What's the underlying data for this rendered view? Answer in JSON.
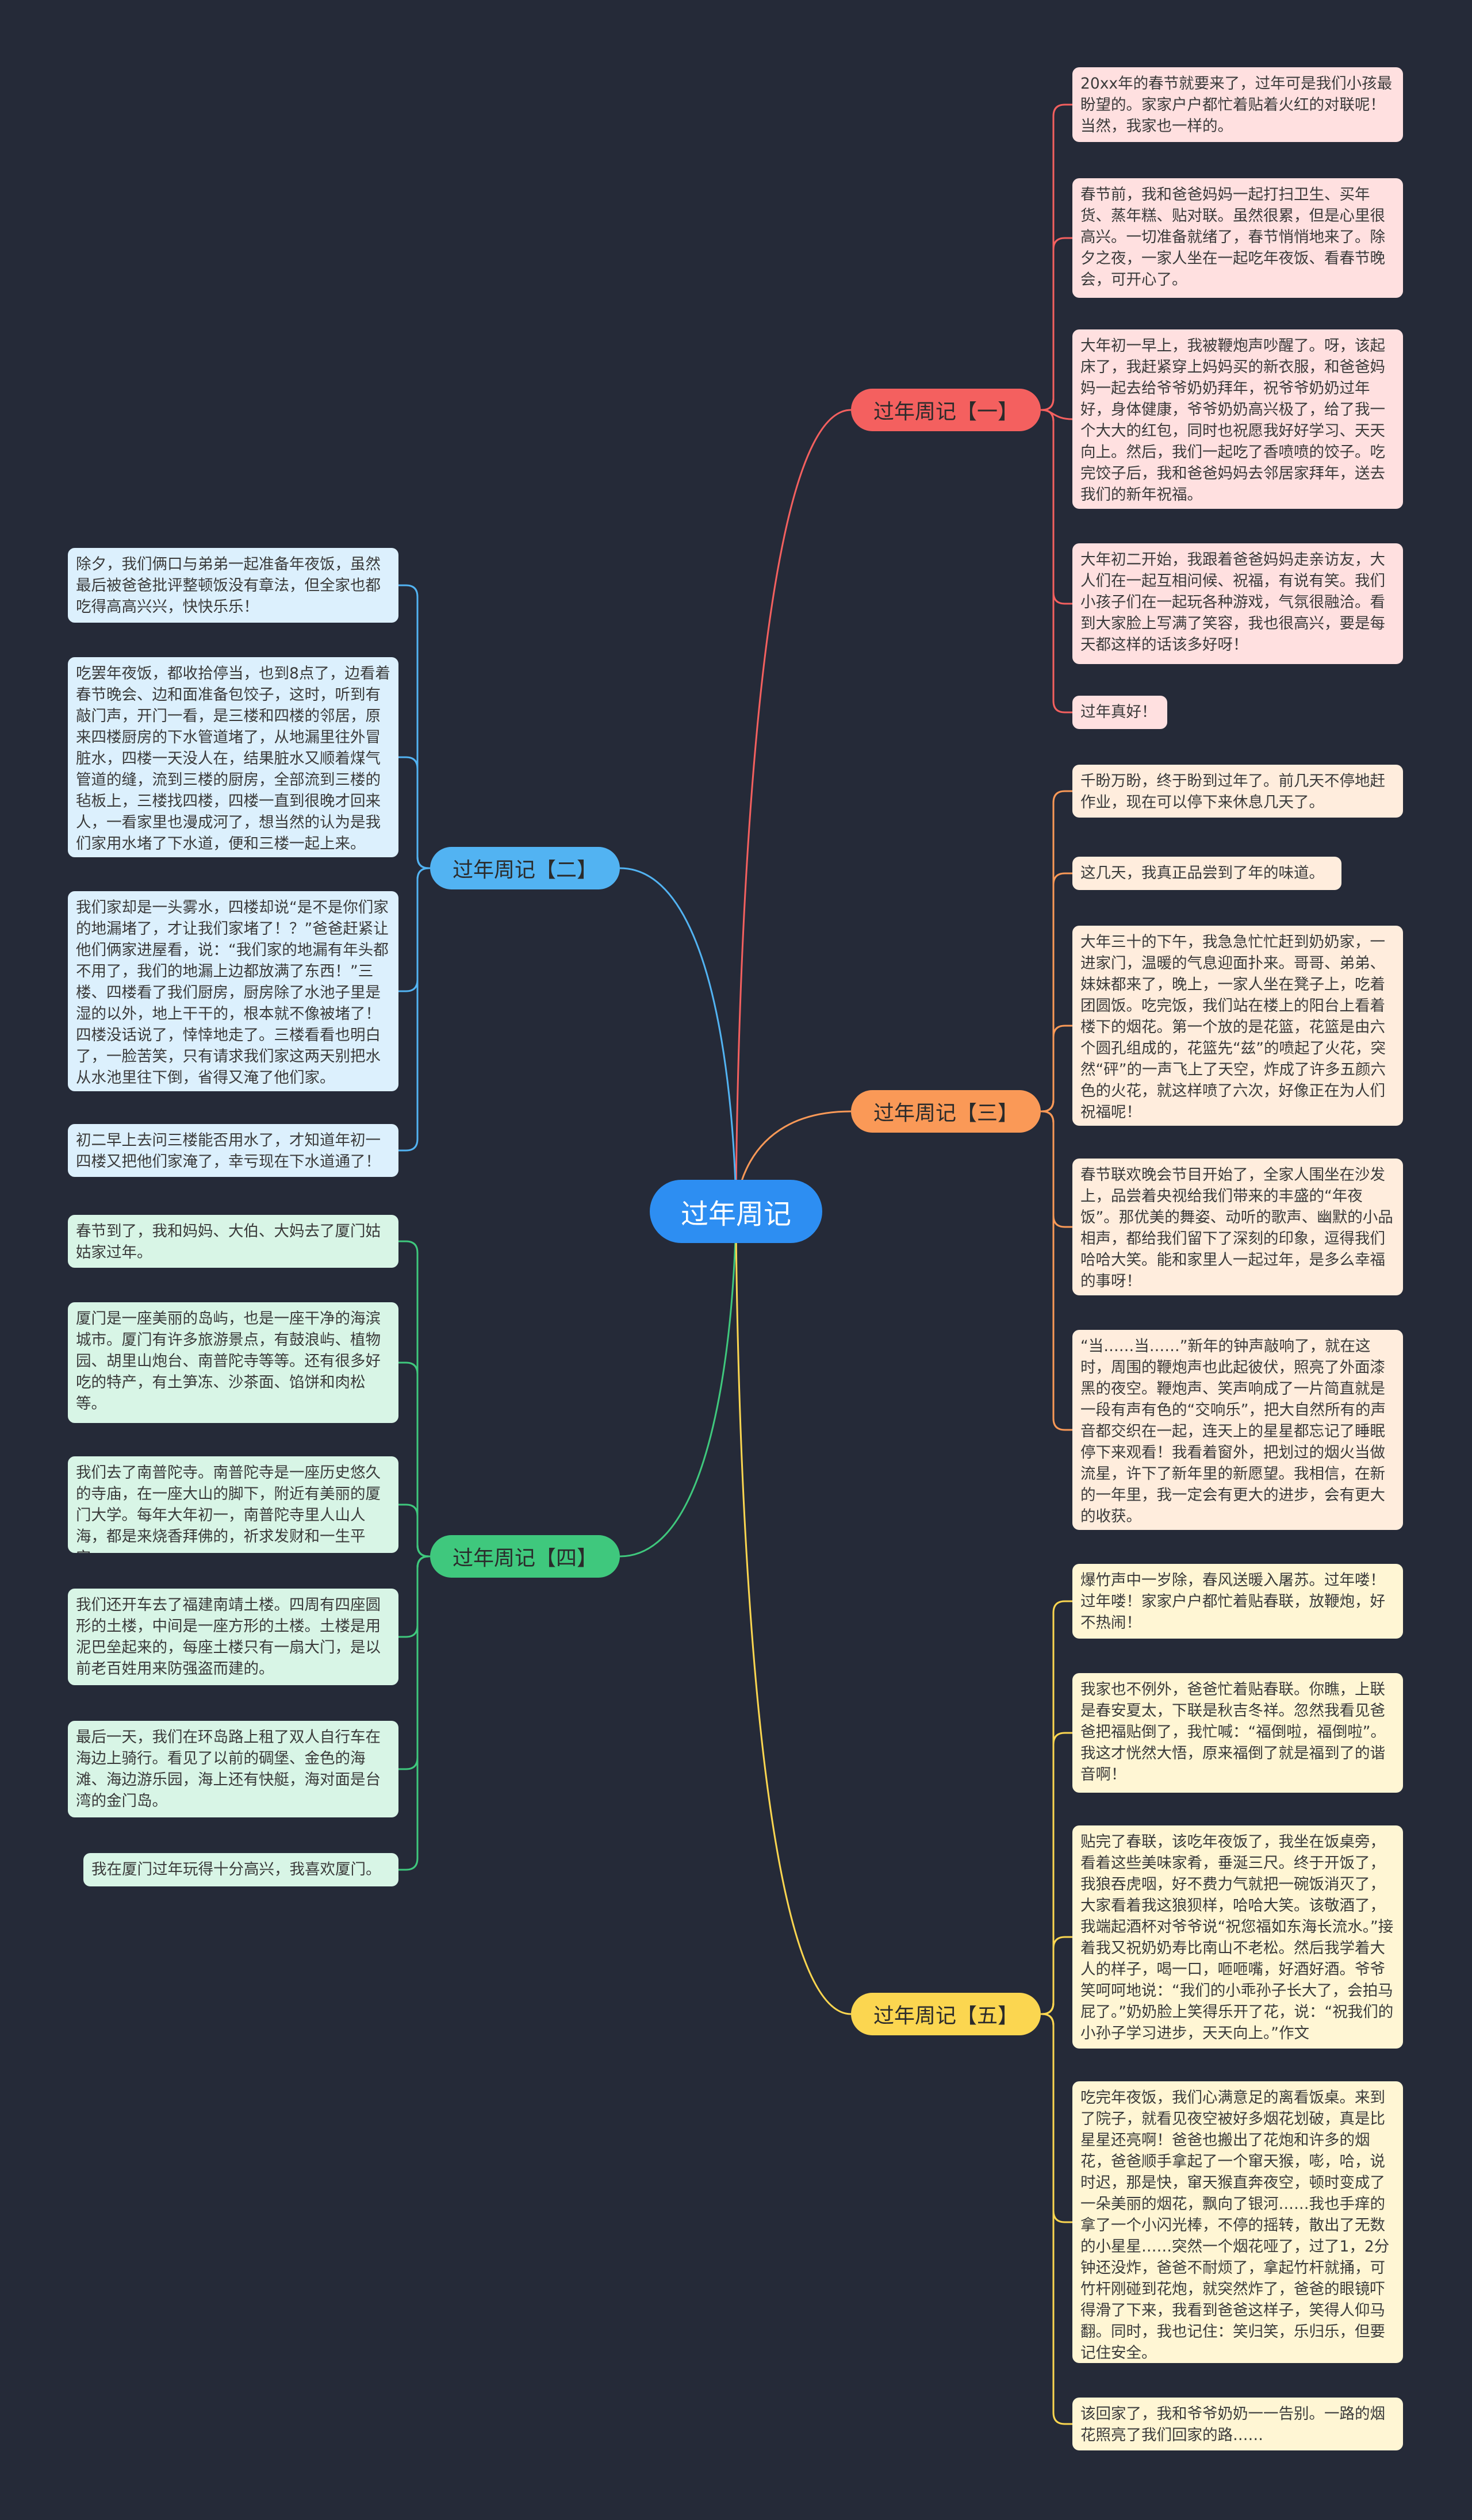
{
  "root": {
    "title": "过年周记"
  },
  "branches": [
    {
      "title": "过年周记【一】",
      "color": "#f4605f",
      "leaf_bg": "#ffe0e0",
      "leaves": [
        "20xx年的春节就要来了，过年可是我们小孩最盼望的。家家户户都忙着贴着火红的对联呢！当然，我家也一样的。",
        "春节前，我和爸爸妈妈一起打扫卫生、买年货、蒸年糕、贴对联。虽然很累，但是心里很高兴。一切准备就绪了，春节悄悄地来了。除夕之夜，一家人坐在一起吃年夜饭、看春节晚会，可开心了。",
        "大年初一早上，我被鞭炮声吵醒了。呀，该起床了，我赶紧穿上妈妈买的新衣服，和爸爸妈妈一起去给爷爷奶奶拜年，祝爷爷奶奶过年好，身体健康，爷爷奶奶高兴极了，给了我一个大大的红包，同时也祝愿我好好学习、天天向上。然后，我们一起吃了香喷喷的饺子。吃完饺子后，我和爸爸妈妈去邻居家拜年，送去我们的新年祝福。",
        "大年初二开始，我跟着爸爸妈妈走亲访友，大人们在一起互相问候、祝福，有说有笑。我们小孩子们在一起玩各种游戏，气氛很融洽。看到大家脸上写满了笑容，我也很高兴，要是每天都这样的话该多好呀！",
        "过年真好！"
      ]
    },
    {
      "title": "过年周记【二】",
      "color": "#52b3f2",
      "leaf_bg": "#dcf0fd",
      "leaves": [
        "除夕，我们俩口与弟弟一起准备年夜饭，虽然最后被爸爸批评整顿饭没有章法，但全家也都吃得高高兴兴，快快乐乐！",
        "吃罢年夜饭，都收拾停当，也到8点了，边看着春节晚会、边和面准备包饺子，这时，听到有敲门声，开门一看，是三楼和四楼的邻居，原来四楼厨房的下水管道堵了，从地漏里往外冒脏水，四楼一天没人在，结果脏水又顺着煤气管道的缝，流到三楼的厨房，全部流到三楼的毡板上，三楼找四楼，四楼一直到很晚才回来人，一看家里也漫成河了，想当然的认为是我们家用水堵了下水道，便和三楼一起上来。",
        "我们家却是一头雾水，四楼却说“是不是你们家的地漏堵了，才让我们家堵了！？”爸爸赶紧让他们俩家进屋看，说：“我们家的地漏有年头都不用了，我们的地漏上边都放满了东西！”三楼、四楼看了我们厨房，厨房除了水池子里是湿的以外，地上干干的，根本就不像被堵了！四楼没话说了，悻悻地走了。三楼看看也明白了，一脸苦笑，只有请求我们家这两天别把水从水池里往下倒，省得又淹了他们家。",
        "初二早上去问三楼能否用水了，才知道年初一四楼又把他们家淹了，幸亏现在下水道通了！"
      ]
    },
    {
      "title": "过年周记【三】",
      "color": "#fa9957",
      "leaf_bg": "#ffeddd",
      "leaves": [
        "千盼万盼，终于盼到过年了。前几天不停地赶作业，现在可以停下来休息几天了。",
        "这几天，我真正品尝到了年的味道。",
        "大年三十的下午，我急急忙忙赶到奶奶家，一进家门，温暖的气息迎面扑来。哥哥、弟弟、妹妹都来了，晚上，一家人坐在凳子上，吃着团圆饭。吃完饭，我们站在楼上的阳台上看着楼下的烟花。第一个放的是花篮，花篮是由六个圆孔组成的，花篮先“兹”的喷起了火花，突然“砰”的一声飞上了天空，炸成了许多五颜六色的火花，就这样喷了六次，好像正在为人们祝福呢！",
        "春节联欢晚会节目开始了，全家人围坐在沙发上，品尝着央视给我们带来的丰盛的“年夜饭”。那优美的舞姿、动听的歌声、幽默的小品相声，都给我们留下了深刻的印象，逗得我们哈哈大笑。能和家里人一起过年，是多么幸福的事呀！",
        "“当……当……”新年的钟声敲响了，就在这时，周围的鞭炮声也此起彼伏，照亮了外面漆黑的夜空。鞭炮声、笑声响成了一片简直就是一段有声有色的“交响乐”，把大自然所有的声音都交织在一起，连天上的星星都忘记了睡眠停下来观看！我看着窗外，把划过的烟火当做流星，许下了新年里的新愿望。我相信，在新的一年里，我一定会有更大的进步，会有更大的收获。"
      ]
    },
    {
      "title": "过年周记【四】",
      "color": "#3fc87d",
      "leaf_bg": "#d8f5e6",
      "leaves": [
        "春节到了，我和妈妈、大伯、大妈去了厦门姑姑家过年。",
        "厦门是一座美丽的岛屿，也是一座干净的海滨城市。厦门有许多旅游景点，有鼓浪屿、植物园、胡里山炮台、南普陀寺等等。还有很多好吃的特产，有土笋冻、沙茶面、馅饼和肉松等。",
        "我们去了南普陀寺。南普陀寺是一座历史悠久的寺庙，在一座大山的脚下，附近有美丽的厦门大学。每年大年初一，南普陀寺里人山人海，都是来烧香拜佛的，祈求发财和一生平安。",
        "我们还开车去了福建南靖土楼。四周有四座圆形的土楼，中间是一座方形的土楼。土楼是用泥巴垒起来的，每座土楼只有一扇大门，是以前老百姓用来防强盗而建的。",
        "最后一天，我们在环岛路上租了双人自行车在海边上骑行。看见了以前的碉堡、金色的海滩、海边游乐园，海上还有快艇，海对面是台湾的金门岛。",
        "我在厦门过年玩得十分高兴，我喜欢厦门。"
      ]
    },
    {
      "title": "过年周记【五】",
      "color": "#fbd650",
      "leaf_bg": "#fff6d4",
      "leaves": [
        "爆竹声中一岁除，春风送暖入屠苏。过年喽！过年喽！家家户户都忙着贴春联，放鞭炮，好不热闹！",
        "我家也不例外，爸爸忙着贴春联。你瞧，上联是春安夏太，下联是秋吉冬祥。忽然我看见爸爸把福贴倒了，我忙喊：“福倒啦，福倒啦”。我这才恍然大悟，原来福倒了就是福到了的谐音啊！",
        "贴完了春联，该吃年夜饭了，我坐在饭桌旁，看着这些美味家肴，垂涎三尺。终于开饭了，我狼吞虎咽，好不费力气就把一碗饭消灭了，大家看着我这狼狈样，哈哈大笑。该敬酒了，我端起酒杯对爷爷说“祝您福如东海长流水。”接着我又祝奶奶寿比南山不老松。然后我学着大人的样子，喝一口，咂咂嘴，好酒好酒。爷爷笑呵呵地说：“我们的小乖孙子长大了，会拍马屁了。”奶奶脸上笑得乐开了花，说：“祝我们的小孙子学习进步，天天向上。”作文",
        "吃完年夜饭，我们心满意足的离看饭桌。来到了院子，就看见夜空被好多烟花划破，真是比星星还亮啊！爸爸也搬出了花炮和许多的烟花，爸爸顺手拿起了一个窜天猴，嘭，哈，说时迟，那是快，窜天猴直奔夜空，顿时变成了一朵美丽的烟花，飘向了银河……我也手痒的拿了一个小闪光棒，不停的摇转，散出了无数的小星星……突然一个烟花哑了，过了1，2分钟还没炸，爸爸不耐烦了，拿起竹杆就捅，可竹杆刚碰到花炮，就突然炸了，爸爸的眼镜吓得滑了下来，我看到爸爸这样子，笑得人仰马翻。同时，我也记住：笑归笑，乐归乐，但要记住安全。",
        "该回家了，我和爷爷奶奶一一告别。一路的烟花照亮了我们回家的路……"
      ]
    }
  ]
}
